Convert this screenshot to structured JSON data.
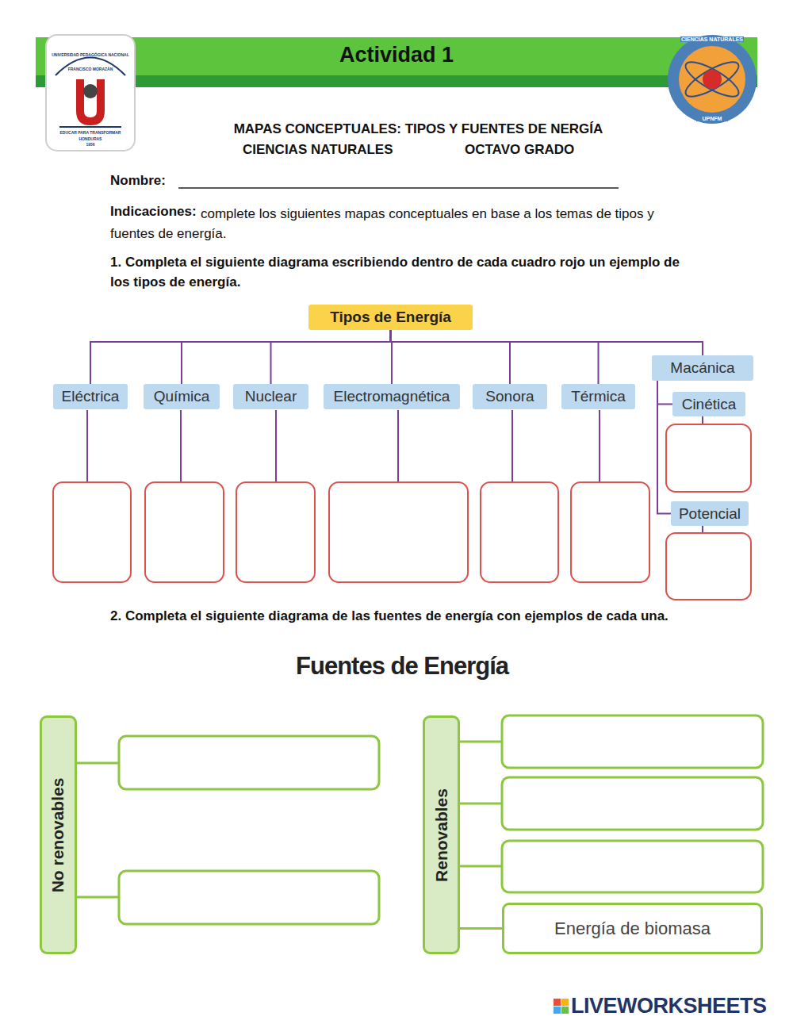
{
  "diagram": {
    "title": "Actividad 1",
    "nodes": [
      {
        "text": [
          "Tipos de Energía"
        ]
      },
      {
        "text": [
          "Eléctrica"
        ]
      },
      {
        "text": [
          "Química"
        ]
      },
      {
        "text": [
          "Nuclear"
        ]
      },
      {
        "text": [
          "Electromagnética"
        ]
      },
      {
        "text": [
          "Sonora"
        ]
      },
      {
        "text": [
          "Térmica"
        ]
      },
      {
        "text": [
          "Macánica"
        ]
      },
      {
        "text": [
          "Cinética"
        ]
      },
      {
        "text": [
          "Potencial"
        ]
      },
      {
        "text": [
          "No renovables"
        ]
      },
      {
        "text": [
          "Renovables"
        ]
      },
      {
        "text": [
          "Energía de biomasa"
        ]
      }
    ],
    "edges": [
      {
        "from": 0,
        "to": 1,
        "arrow": "none"
      },
      {
        "from": 0,
        "to": 2,
        "arrow": "none"
      },
      {
        "from": 0,
        "to": 3,
        "arrow": "none"
      },
      {
        "from": 0,
        "to": 4,
        "arrow": "none"
      },
      {
        "from": 0,
        "to": 5,
        "arrow": "none"
      },
      {
        "from": 0,
        "to": 6,
        "arrow": "none"
      },
      {
        "from": 0,
        "to": 7,
        "arrow": "none"
      },
      {
        "from": 7,
        "to": 8,
        "arrow": "none"
      },
      {
        "from": 7,
        "to": 9,
        "arrow": "none"
      },
      {
        "from": 11,
        "to": 12,
        "arrow": "none"
      }
    ],
    "labels": [
      "UNIVERSIDAD PEDAGÓGICA NACIONAL",
      "FRANCISCO MORAZÁN",
      "EDUCAR PARA TRANSFORMAR",
      "HONDURAS",
      "1956",
      "CIENCIAS NATURALES",
      "UPNFM",
      "MAPAS CONCEPTUALES: TIPOS Y FUENTES DE NERGÍA",
      "CIENCIAS NATURALES",
      "OCTAVO GRADO",
      "Nombre:",
      "Indicaciones:",
      "complete los siguientes mapas conceptuales en base a los temas de tipos y fuentes de energía.",
      "1. Completa el siguiente diagrama escribiendo dentro de cada cuadro rojo un ejemplo de los tipos de energía.",
      "2. Completa el siguiente diagrama de las fuentes de energía con ejemplos de cada una.",
      "Fuentes de Energía",
      "LIVEWORKSHEETS"
    ]
  }
}
